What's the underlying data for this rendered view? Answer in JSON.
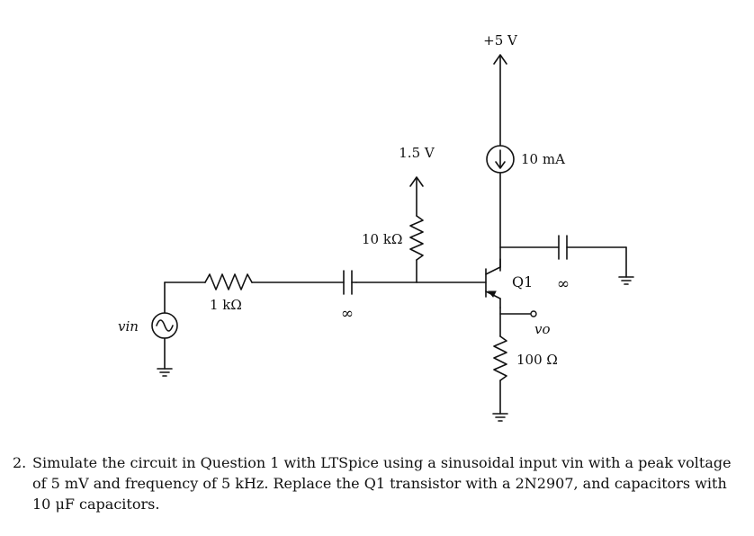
{
  "circuit": {
    "labels": {
      "supply": "+5 V",
      "base_bias": "1.5 V",
      "current_source": "10 mA",
      "r_base": "10 kΩ",
      "r_source": "1 kΩ",
      "r_emitter": "100 Ω",
      "transistor": "Q1",
      "cap_input": "∞",
      "cap_output": "∞",
      "input": "vin",
      "output": "vo"
    }
  },
  "question": {
    "number": "2.",
    "text": "Simulate the circuit in Question 1 with LTSpice using a sinusoidal input vin with a peak voltage of 5 mV and frequency of 5 kHz. Replace the Q1 transistor with a 2N2907, and capacitors with 10 μF capacitors."
  }
}
